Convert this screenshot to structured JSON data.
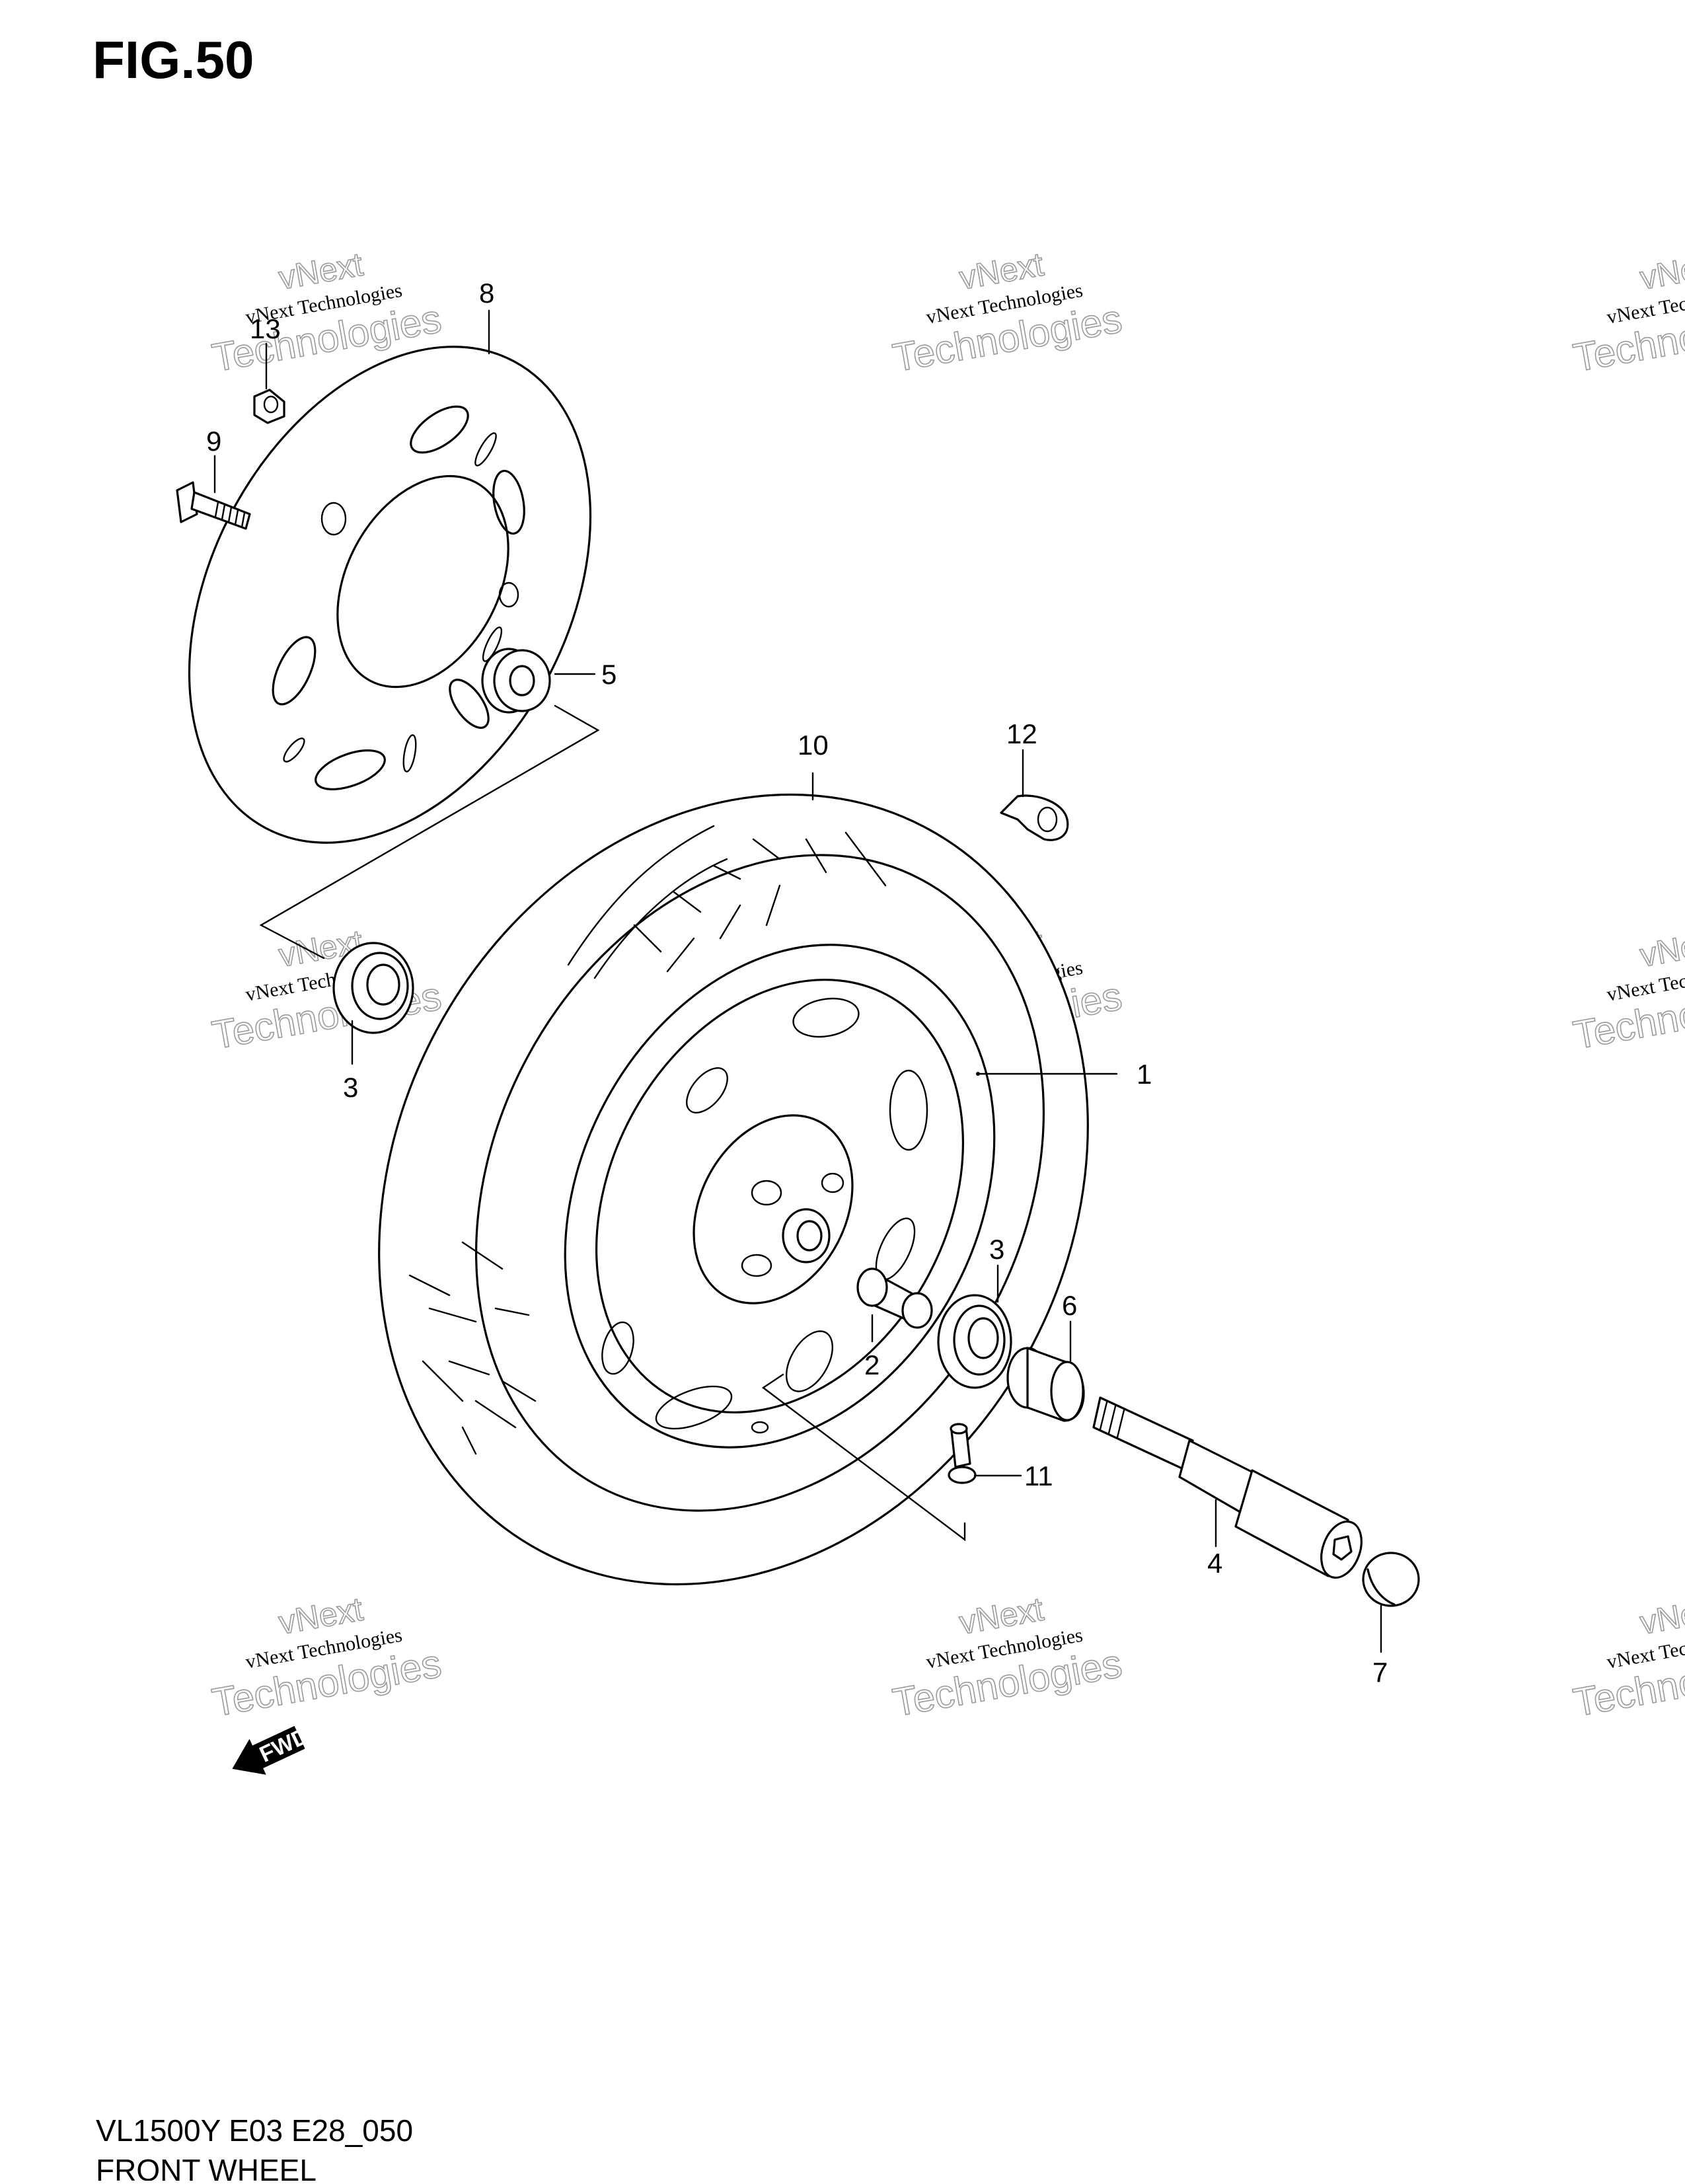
{
  "figure": {
    "title": "FIG.50",
    "model_code": "VL1500Y E03 E28_050",
    "caption": "FRONT WHEEL"
  },
  "watermark": {
    "line1": "vNext Technologies",
    "line2": "Technologies",
    "line3": "vNext"
  },
  "fwd_label": "FWD",
  "callouts": {
    "p1": "1",
    "p2": "2",
    "p3_upper": "3",
    "p3_lower": "3",
    "p4": "4",
    "p5": "5",
    "p6": "6",
    "p7": "7",
    "p8": "8",
    "p9": "9",
    "p10": "10",
    "p11": "11",
    "p12": "12",
    "p13": "13"
  },
  "parts": [
    {
      "ref": "1",
      "name": "wheel"
    },
    {
      "ref": "2",
      "name": "spacer"
    },
    {
      "ref": "3",
      "name": "bearing"
    },
    {
      "ref": "4",
      "name": "axle"
    },
    {
      "ref": "5",
      "name": "brake disc bolt collar"
    },
    {
      "ref": "6",
      "name": "collar"
    },
    {
      "ref": "7",
      "name": "axle cap"
    },
    {
      "ref": "8",
      "name": "brake disc"
    },
    {
      "ref": "9",
      "name": "bolt"
    },
    {
      "ref": "10",
      "name": "tire"
    },
    {
      "ref": "11",
      "name": "valve"
    },
    {
      "ref": "12",
      "name": "clamp"
    },
    {
      "ref": "13",
      "name": "nut"
    }
  ]
}
